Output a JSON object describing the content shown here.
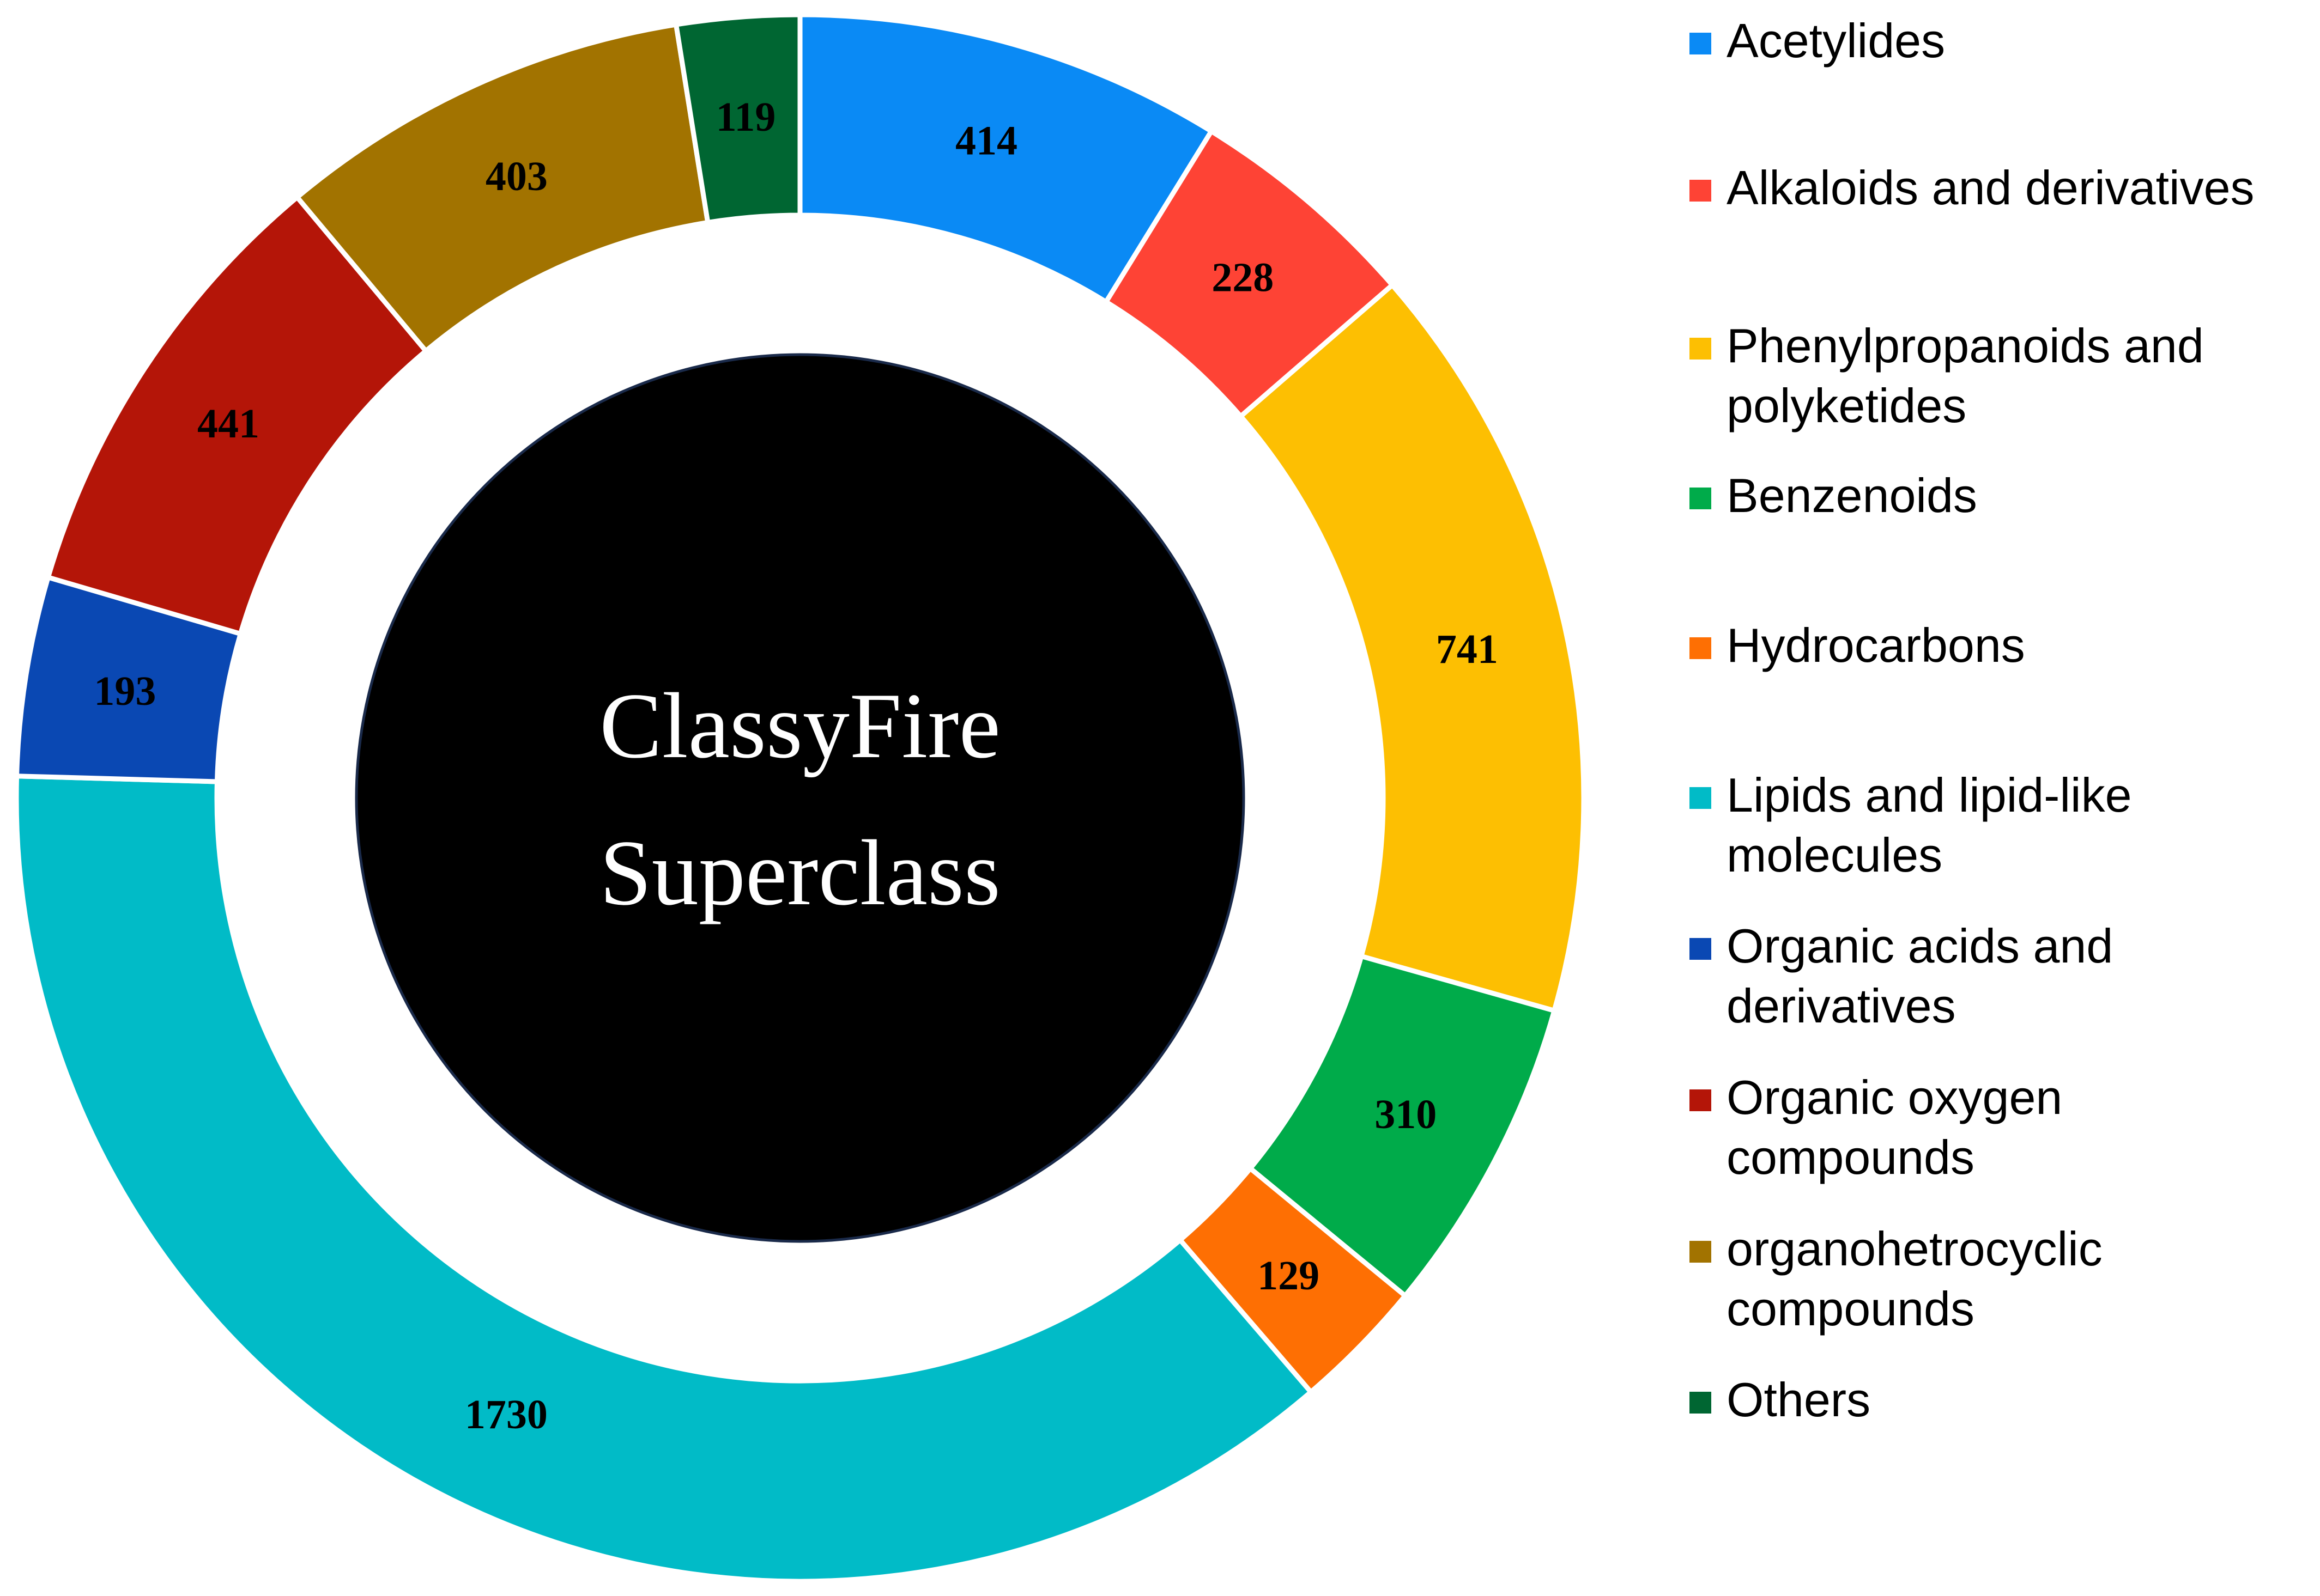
{
  "chart_data": {
    "type": "pie",
    "variant": "donut",
    "center_title": [
      "ClassyFire",
      "Superclass"
    ],
    "start": "12 o'clock",
    "direction": "clockwise",
    "legend_placement": "right",
    "slices": [
      {
        "label": "Acetylides",
        "value": 414,
        "color": "#0A8AF5"
      },
      {
        "label": "Alkaloids and derivatives",
        "value": 228,
        "color": "#FE4335"
      },
      {
        "label": "Phenylpropanoids and polyketides",
        "value": 741,
        "color": "#FDBF02"
      },
      {
        "label": "Benzenoids",
        "value": 310,
        "color": "#00AB4A"
      },
      {
        "label": "Hydrocarbons",
        "value": 129,
        "color": "#FE6F03"
      },
      {
        "label": "Lipids and lipid-like molecules",
        "value": 1730,
        "color": "#01BBC7"
      },
      {
        "label": "Organic acids and derivatives",
        "value": 193,
        "color": "#0A48B3"
      },
      {
        "label": "Organic oxygen compounds",
        "value": 441,
        "color": "#B41508"
      },
      {
        "label": "organohetrocyclic compounds",
        "value": 403,
        "color": "#A27300"
      },
      {
        "label": "Others",
        "value": 119,
        "color": "#006632"
      }
    ]
  }
}
